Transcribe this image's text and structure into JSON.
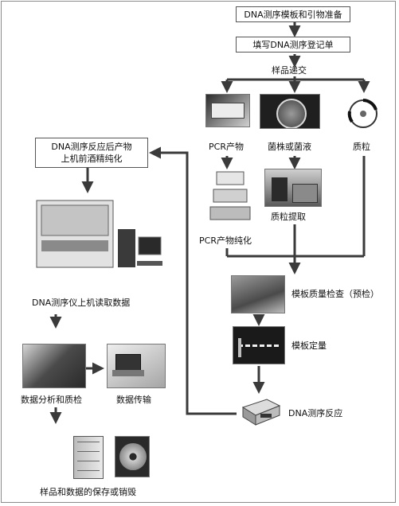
{
  "steps": {
    "template_prep": "DNA测序模板和引物准备",
    "fill_form": "填写DNA测序登记单",
    "sample_delivery": "样品递交",
    "pcr_product": "PCR产物",
    "strain_or_culture": "菌株或菌液",
    "plasmid": "质粒",
    "pcr_purification": "PCR产物纯化",
    "plasmid_extraction": "质粒提取",
    "template_qc": "模板质量检查（预检）",
    "template_quant": "模板定量",
    "sequencing_reaction": "DNA测序反应",
    "ethanol_purification": "DNA测序反应后产物\n上机前酒精纯化",
    "sequencer_read": "DNA测序仪上机读取数据",
    "data_analysis_qc": "数据分析和质检",
    "data_transfer": "数据传输",
    "sample_data_storage": "样品和数据的保存或销毁"
  },
  "icons": {
    "pcr_product_image": "pcr-tube-rack-photo",
    "strain_image": "petri-dish-photo",
    "plasmid_image": "plasmid-map-diagram",
    "purification_image": "column-purification-diagram",
    "extraction_image": "lab-instrument-photo",
    "qc_image": "gel-electrophoresis-photo",
    "quant_image": "gel-band-photo",
    "thermocycler_image": "thermocycler-icon",
    "sequencer_image": "dna-sequencer-photo",
    "analysis_image": "data-analysis-photo",
    "transfer_image": "laptop-photo",
    "storage_image": "freezer-photo",
    "disc_image": "data-disc-photo"
  },
  "colors": {
    "arrow": "#3a3a3a",
    "box_border": "#555555"
  }
}
